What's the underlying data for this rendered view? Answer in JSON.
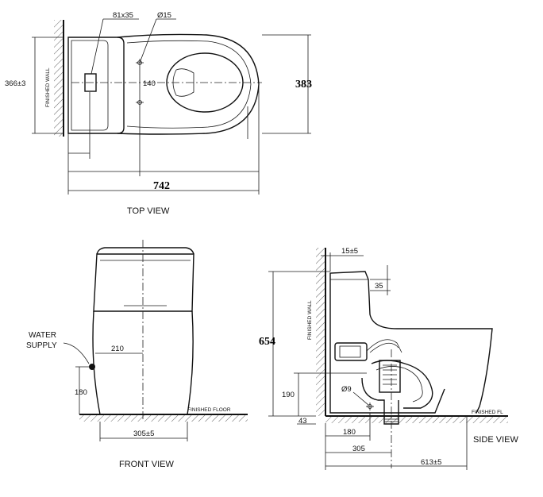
{
  "views": {
    "top": "TOP VIEW",
    "front": "FRONT VIEW",
    "side": "SIDE VIEW"
  },
  "labels": {
    "finished_wall_top": "FINISHED WALL",
    "finished_wall_side": "FINISHED WALL",
    "finished_floor_front": "FINISHED FLOOR",
    "finished_floor_side": "FINISHED FL",
    "water_supply_line1": "WATER",
    "water_supply_line2": "SUPPLY"
  },
  "dimensions": {
    "top_opening": "81x35",
    "top_hole": "Ø15",
    "top_width": "366±3",
    "top_hole_spacing": "140",
    "top_right_height": "383",
    "top_length": "742",
    "front_center": "210",
    "front_supply_height": "180",
    "front_base_width": "305±5",
    "side_top_offset": "15±5",
    "side_lid_height": "35",
    "side_height": "654",
    "side_outlet_height": "190",
    "side_outlet_dia": "Ø9",
    "side_base": "43",
    "side_outlet_180": "180",
    "side_outlet_305": "305",
    "side_depth": "613±5"
  }
}
